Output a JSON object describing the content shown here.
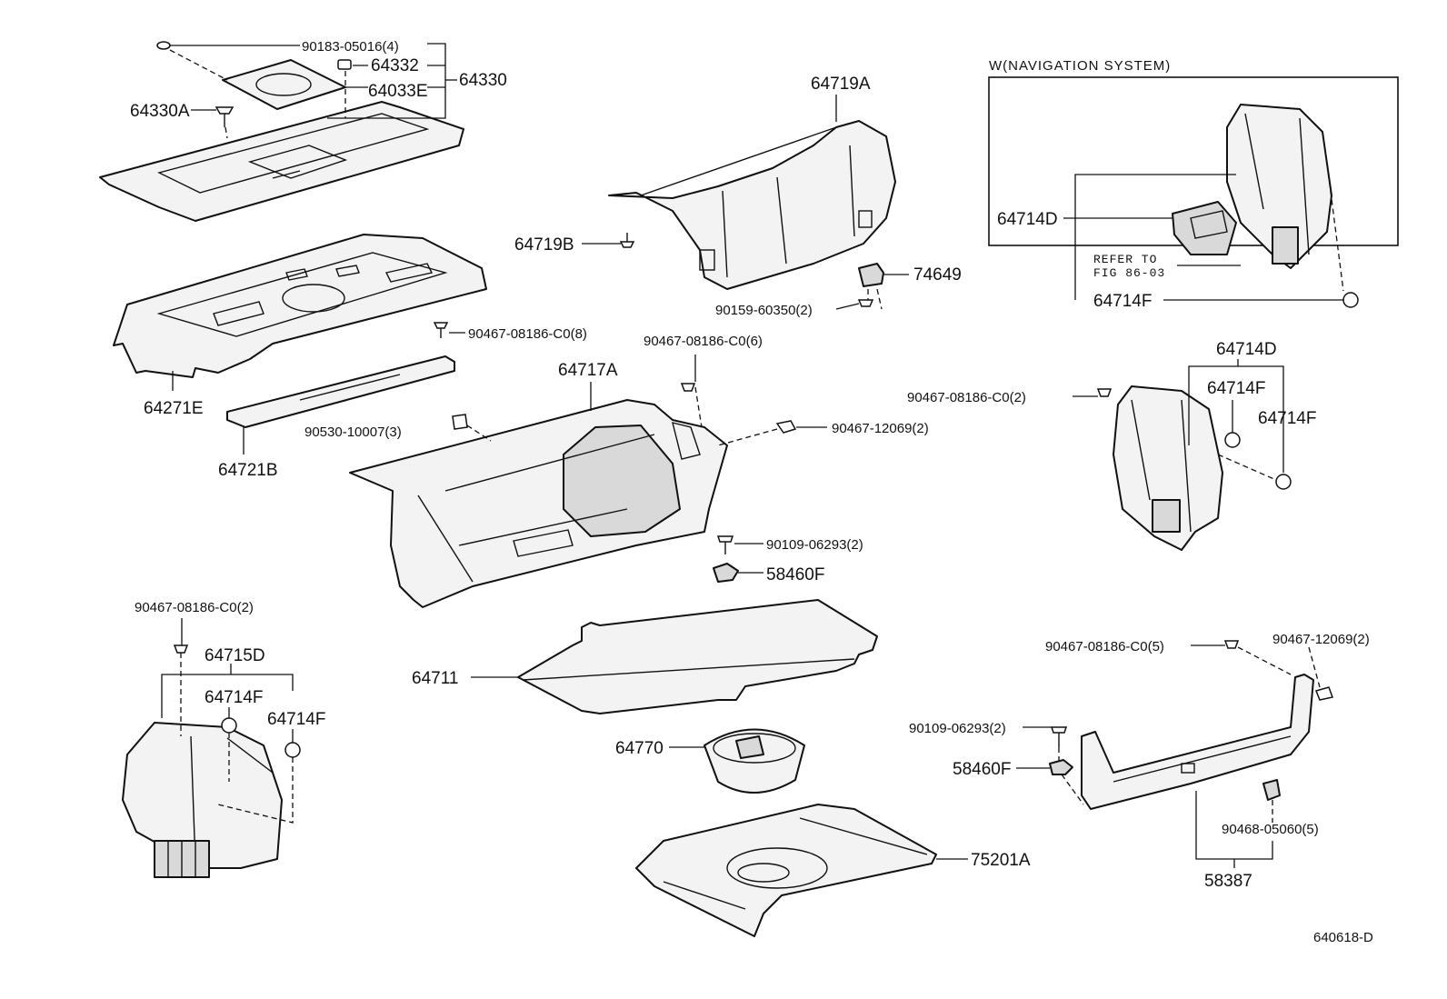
{
  "inset": {
    "title": "W(NAVIGATION SYSTEM)",
    "refer_line1": "REFER TO",
    "refer_line2": "FIG 86-03"
  },
  "labels": {
    "p90183": "90183-05016(4)",
    "p64332": "64332",
    "p64330": "64330",
    "p64033E": "64033E",
    "p64330A": "64330A",
    "p64719A": "64719A",
    "p64719B": "64719B",
    "p74649": "74649",
    "p90159": "90159-60350(2)",
    "p90467_8": "90467-08186-C0(8)",
    "p64271E": "64271E",
    "p64721B": "64721B",
    "p90530": "90530-10007(3)",
    "p90467_6": "90467-08186-C0(6)",
    "p64717A": "64717A",
    "p90467_12069_a": "90467-12069(2)",
    "p90109_a": "90109-06293(2)",
    "p58460F_a": "58460F",
    "p90467_2_a": "90467-08186-C0(2)",
    "p64714D_inset": "64714D",
    "p64714F_inset": "64714F",
    "p64714D_r": "64714D",
    "p64714F_r1": "64714F",
    "p64714F_r2": "64714F",
    "p90467_2_b": "90467-08186-C0(2)",
    "p64715D": "64715D",
    "p64714F_l1": "64714F",
    "p64714F_l2": "64714F",
    "p64711": "64711",
    "p64770": "64770",
    "p75201A": "75201A",
    "p90467_5": "90467-08186-C0(5)",
    "p90467_12069_b": "90467-12069(2)",
    "p90109_b": "90109-06293(2)",
    "p58460F_b": "58460F",
    "p90468": "90468-05060(5)",
    "p58387": "58387",
    "drawing_no": "640618-D"
  }
}
